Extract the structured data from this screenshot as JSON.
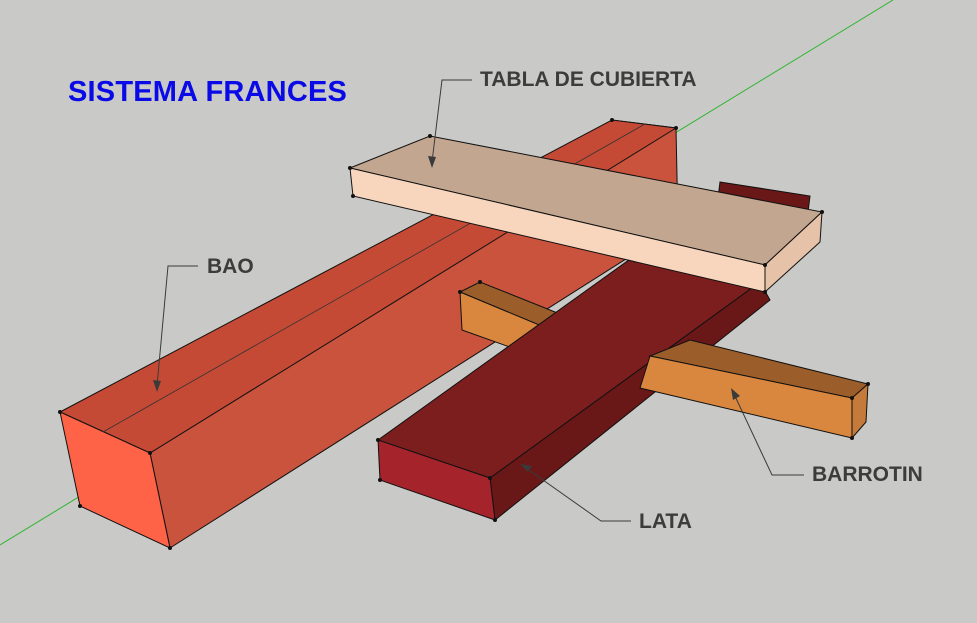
{
  "title": "SISTEMA FRANCES",
  "labels": {
    "tabla_de_cubierta": "TABLA  DE CUBIERTA",
    "bao": "BAO",
    "barrotin": "BARROTIN",
    "lata": "LATA"
  },
  "colors": {
    "background": "#c9c9c7",
    "title": "#0a0ae6",
    "label": "#3c3c3c",
    "axis": "#2fb52f",
    "bao_top": "#c54a35",
    "bao_front": "#ff6347",
    "bao_side": "#c9533d",
    "tabla_top": "#c3a690",
    "tabla_front": "#f8d6bd",
    "tabla_side": "#e5c2a8",
    "lata_top": "#7d1e1e",
    "lata_front": "#a5232a",
    "lata_side": "#6a1717",
    "barrotin_top": "#9b5e2b",
    "barrotin_front": "#d9873f",
    "barrotin_side": "#c47a3a"
  }
}
